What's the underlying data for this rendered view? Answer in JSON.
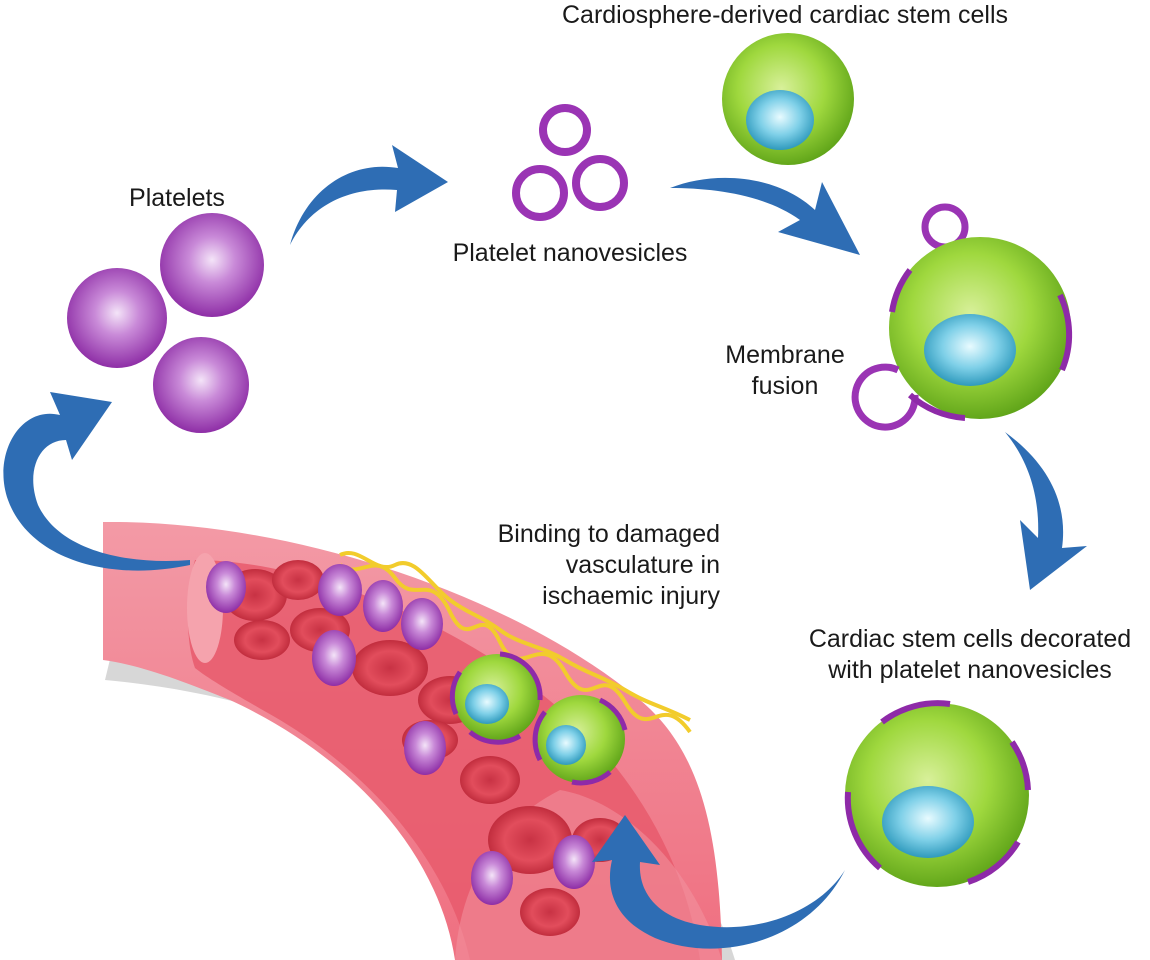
{
  "labels": {
    "platelets": "Platelets",
    "nanovesicles": "Platelet nanovesicles",
    "stem_cells": "Cardiosphere-derived cardiac stem cells",
    "fusion": [
      "Membrane",
      "fusion"
    ],
    "decorated": [
      "Cardiac stem cells decorated",
      "with platelet nanovesicles"
    ],
    "binding": [
      "Binding to damaged",
      "vasculature in",
      "ischaemic injury"
    ]
  },
  "colors": {
    "arrow": "#2e6db4",
    "platelet": "#a23fb8",
    "nanovesicle_ring": "#9a34b4",
    "stem_cell": "#7dc42a",
    "nucleus": "#2fa4c8",
    "vessel": "#f07a8a",
    "red_blood_cell": "#d8404e",
    "collagen": "#f2cc2c"
  }
}
